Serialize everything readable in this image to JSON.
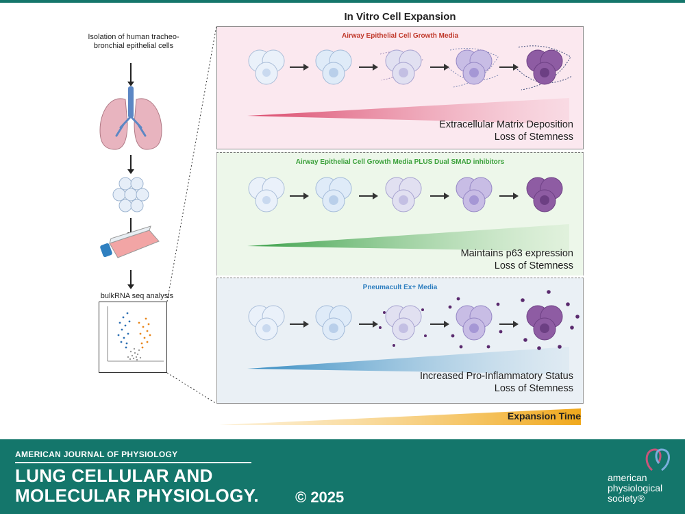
{
  "diagram": {
    "title": "In Vitro Cell Expansion",
    "workflow": {
      "isolation_text": "Isolation of human tracheo-bronchial epithelial cells",
      "analysis_text": "bulkRNA seq analysis"
    },
    "panels": [
      {
        "title": "Airway Epithelial Cell Growth Media",
        "description_line1": "Extracellular Matrix Deposition",
        "description_line2": "Loss of Stemness",
        "accent_color": "#d6345a"
      },
      {
        "title": "Airway Epithelial Cell Growth Media PLUS Dual SMAD inhibitors",
        "description_line1": "Maintains p63 expression",
        "description_line2": "Loss of Stemness",
        "accent_color": "#2e9a3e"
      },
      {
        "title": "Pneumacult Ex+ Media",
        "description_line1": "Increased Pro-Inflammatory Status",
        "description_line2": "Loss of Stemness",
        "accent_color": "#2c86bf"
      }
    ],
    "expansion_label": "Expansion Time",
    "expansion_color": "#f0a81c"
  },
  "footer": {
    "journal_series": "AMERICAN JOURNAL OF PHYSIOLOGY",
    "journal_title_line1": "LUNG CELLULAR AND",
    "journal_title_line2": "MOLECULAR PHYSIOLOGY.",
    "copyright": "© 2025",
    "publisher_line1": "american",
    "publisher_line2": "physiological",
    "publisher_line3": "society®",
    "brand_color": "#14766b"
  }
}
